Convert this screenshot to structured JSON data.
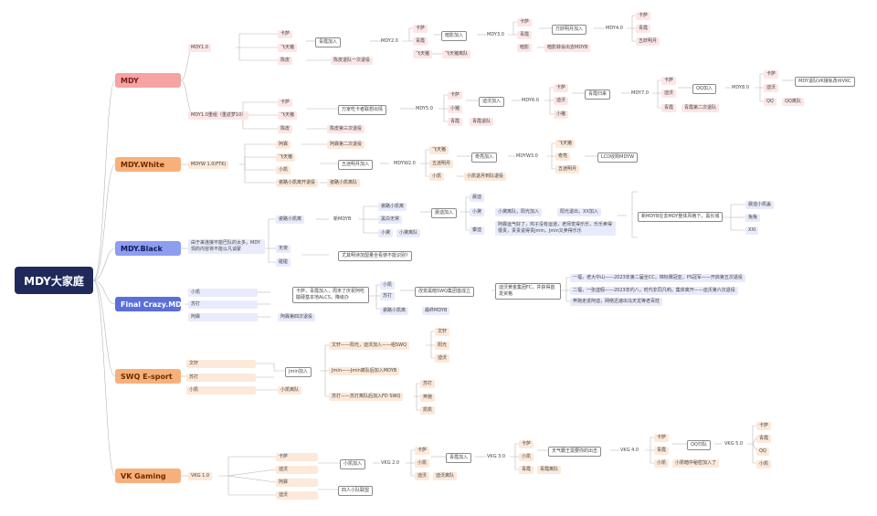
{
  "root": "MDY大家庭",
  "teams": {
    "mdy": "MDY",
    "white": "MDY.White",
    "black": "MDY.Black",
    "fc": "Final Crazy.MDY",
    "swq": "SWQ E-sport",
    "vk": "VK Gaming"
  },
  "mdy": {
    "g1": "MDY1.0",
    "g1_a": "卡萨",
    "g1_b": "飞天猪",
    "g1_c": "陈皮",
    "g1_box": "青霞加入",
    "g1_v2": "MDY2.0",
    "g1_v2a": "卡萨",
    "g1_v2b": "青霞",
    "g1_box2": "暗影加入",
    "g1_v3": "MDY3.0",
    "g1_v3a": "卡萨",
    "g1_v3b": "青霞",
    "g1_box3": "万妖明月加入",
    "g1_v4": "MDY4.0",
    "g1_v4a": "卡萨",
    "g1_v4b": "青霞",
    "g1_v4c": "五妖明月",
    "g1_c2": "陈皮退队一次退役",
    "g1_fly": "飞天猪",
    "g1_fly2": "飞天猪离队",
    "g1_dark": "暗影",
    "g1_dark2": "暗影转会出去MDYB",
    "g2": "MDY1.0重组（重返梦10）",
    "g2_a": "卡萨",
    "g2_b": "飞天猪",
    "g2_c": "陈皮",
    "g2_box": "万家吃卡者联想出情",
    "g2_v5": "MDY5.0",
    "g2_v5a": "卡萨",
    "g2_v5b": "小猪",
    "g2_v5c": "青霞",
    "g2_v5c2": "青霞退队",
    "g2_box2": "迪沃加入",
    "g2_v6": "MDY6.0",
    "g2_v6a": "卡萨",
    "g2_v6b": "迪沃",
    "g2_v6c": "小猪",
    "g2_box3": "青霞归来",
    "g2_v7": "MDY7.0",
    "g2_v7a": "卡萨",
    "g2_v7b": "迪沃",
    "g2_v7c": "青霞",
    "g2_v7c2": "青霞第二次退队",
    "g2_box4": "QQ加入",
    "g2_v8": "MDY8.0",
    "g2_v8a": "卡萨",
    "g2_v8b": "迪沃",
    "g2_v8c": "QQ",
    "g2_v8c2": "QQ离队",
    "g2_final": "MDY退队VK接轨改州VKC",
    "g2_c2": "陈皮第三次退役"
  },
  "white": {
    "g": "MDYW 1.0(FTK)",
    "a": "阿霖",
    "a2": "阿霖第二次退役",
    "b": "飞天猪",
    "c": "小凯",
    "box": "五迷明月加入",
    "v2": "MDYW2.0",
    "v2a": "飞天猪",
    "v2b": "五迷明月",
    "v2c": "小凯",
    "v2c2": "小凯退月到队退役",
    "box2": "奇亮加入",
    "v3": "MDYW3.0",
    "v3a": "飞天猪",
    "v3b": "奇亮",
    "v3c": "五迷明月",
    "final": "LCD收购MDYW",
    "d": "瓷路小凯离开退役",
    "d2": "瓷路小凯离队"
  },
  "black": {
    "desc": "由于来连接不能巴队的太多，MDY现的内容将不能以凡谈蒙",
    "a": "瓷路小凯离",
    "a2": "新MDYB",
    "b1": "瓷路小凯离",
    "b2": "黑白无常",
    "b3": "小黛",
    "b3x": "小黛离队",
    "box": "晨迪加入",
    "c1": "晨迪",
    "c2": "小黛",
    "c2x": "小黛离队，阳光加入",
    "c2y": "阳光退出，XX加入",
    "c3": "秦迪",
    "c3x": "阿霖运气好了，鸡子没有运道，老师觉得乐乐，乐乐卖得很贵，贵贵说得贵Jmin，Jmin又卖得乐乐",
    "big": "新MDYB在去MDY整体风格下，黑长城",
    "f1": "晨迪小凯盖",
    "f2": "兔兔",
    "f3": "XXI",
    "no": "无夜",
    "yo": "碰碰",
    "no2": "尤其明诗加盟量全看使不能识别?"
  },
  "fc": {
    "a": "小凯",
    "b": "苏打",
    "c": "阿霖",
    "desc": "卡萨，青霞加入，周末了庆祝阿吃酸硬基本地ALCS，降级办",
    "x1": "小凯",
    "x2": "苏打",
    "box": "改变黑暗SWQ集团首成立",
    "mid": "迪沃黄金集团FC，并获得首发资格",
    "r1": "一福，老大中山——2023年第二届全CC，锦标赛冠亚，PS冠军——开启第五次退役",
    "r2": "二福，一张虚假——2023年约八，时代非同凡响，集体离开——迪沃第六次退役",
    "r3": "奔驰走进阿迪，网络迅速出马天龙等老百姓",
    "y": "瓷路小凯离",
    "y2": "最终MDYB",
    "c2": "阿霖第四次退役"
  },
  "swq": {
    "a": "文轩",
    "b": "苏打",
    "c": "小凯",
    "box": "Jmin加入",
    "r1": "文轩——阳光，迪沃加入——组SWQ",
    "r1a": "文轩",
    "r1b": "阳光",
    "r1c": "迪沃",
    "r2": "Jmin——Jmin离队后加入MDYB",
    "r3": "苏打——苏打离队后加入FD SWQ",
    "r3a": "苏打",
    "r3b": "奔驰",
    "r3c": "凯凯",
    "c2": "小凯离队"
  },
  "vk": {
    "g": "VKG 1.0",
    "a": "卡萨",
    "b": "迪沃",
    "c": "阿霖",
    "d": "迪沃",
    "box": "小凯加入",
    "v2": "VKG 2.0",
    "v2a": "卡萨",
    "v2b": "小凯",
    "v2c": "迪沃",
    "v2c2": "迪沃离队",
    "box2": "青霞加入",
    "v3": "VKG 3.0",
    "v3a": "卡萨",
    "v3b": "小凯",
    "v3c": "青霞",
    "v3c2": "青霞离队",
    "box3": "天气霸王需要你的出击",
    "v4": "VKG 4.0",
    "v4a": "卡萨",
    "v4b": "青霞",
    "v4c": "小凯",
    "v4c2": "小凯暗中秘密加入了",
    "box4": "QQ归队",
    "v5": "VKG 5.0",
    "v5a": "卡萨",
    "v5b": "青霞",
    "v5c": "QQ",
    "v5d": "小凯",
    "d2": "四人小队联盟"
  }
}
